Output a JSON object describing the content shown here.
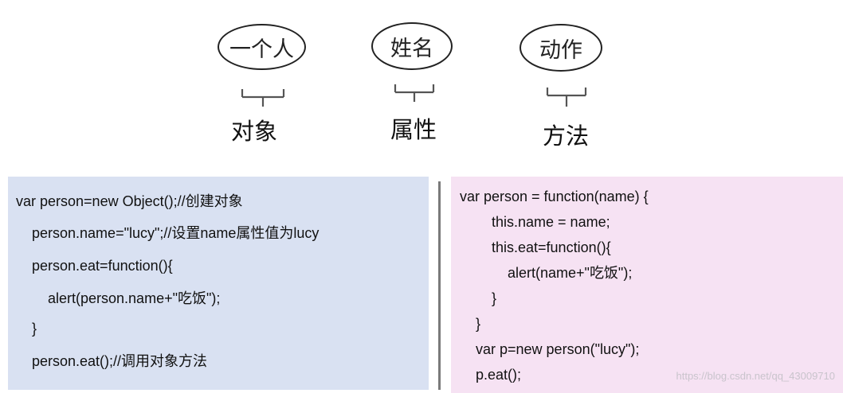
{
  "concepts": [
    {
      "ellipse_text": "一个人",
      "term": "对象"
    },
    {
      "ellipse_text": "姓名",
      "term": "属性"
    },
    {
      "ellipse_text": "动作",
      "term": "方法"
    }
  ],
  "left_code": {
    "lines": [
      "var person=new Object();//创建对象",
      "person.name=\"lucy\";//设置name属性值为lucy",
      "person.eat=function(){",
      "alert(person.name+\"吃饭\");",
      "}",
      "person.eat();//调用对象方法"
    ]
  },
  "right_code": {
    "lines": [
      "var person = function(name) {",
      "this.name = name;",
      "this.eat=function(){",
      "alert(name+\"吃饭\");",
      "}",
      "}",
      "var p=new person(\"lucy\");",
      "p.eat();"
    ]
  },
  "watermark": "https://blog.csdn.net/qq_43009710"
}
